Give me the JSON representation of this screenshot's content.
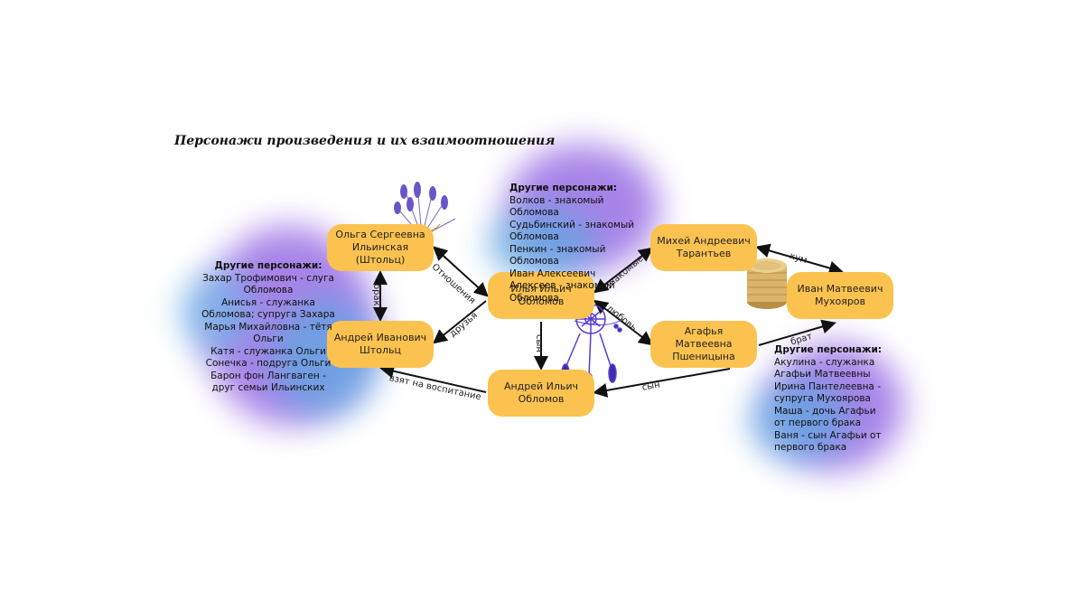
{
  "title": "Персонажи произведения и их взаимоотношения",
  "nodes": {
    "olga": "Ольга Сергеевна Ильинская (Штольц)",
    "stolz": "Андрей Иванович Штольц",
    "oblomov": "Илья Ильич Обломов",
    "andrey_jr": "Андрей Ильич Обломов",
    "tarantiev": "Михей Андреевич Тарантьев",
    "mukhoyarov": "Иван Матвеевич Мухояров",
    "agafya": "Агафья Матвеевна Пшеницына"
  },
  "edges": {
    "olga_oblomov": "Отношения",
    "olga_stolz": "брак",
    "stolz_oblomov": "друзья",
    "oblomov_tarantiev": "знакомые",
    "oblomov_agafya": "любовь",
    "oblomov_andrey": "сын",
    "tarantiev_mukhoyarov": "кум",
    "agafya_mukhoyarov": "брат",
    "agafya_andrey": "сын",
    "andrey_stolz": "взят на воспитание"
  },
  "other_left": {
    "heading": "Другие персонажи:",
    "lines": [
      "Захар Трофимович - слуга Обломова",
      "Анисья - служанка Обломова; супруга Захара",
      "Марья Михайловна - тётя Ольги",
      "Катя - служанка Ольги",
      "Сонечка - подруга Ольги",
      "Барон фон Лангваген - друг семьи Ильинских"
    ]
  },
  "other_top": {
    "heading": "Другие  персонажи:",
    "lines": [
      "Волков - знакомый Обломова",
      "Судьбинский - знакомый Обломова",
      "Пенкин - знакомый Обломова",
      "Иван Алексеевич Алексеев - знакомый Обломова"
    ]
  },
  "other_right": {
    "heading": "Другие персонажи:",
    "lines": [
      "Акулина - служанка Агафьи Матвеевны",
      "Ирина Пантелеевна - супруга Мухоярова",
      "Маша - дочь Агафьи от первого брака",
      "Ваня - сын Агафьи от первого брака"
    ]
  },
  "colors": {
    "node": "#fcc24f",
    "watercolor_purple": "#7b4fd6",
    "watercolor_blue": "#5c9bd8",
    "coin": "#d9b46a"
  },
  "icons": [
    "lavender-icon",
    "dreamcatcher-icon",
    "coins-icon"
  ]
}
